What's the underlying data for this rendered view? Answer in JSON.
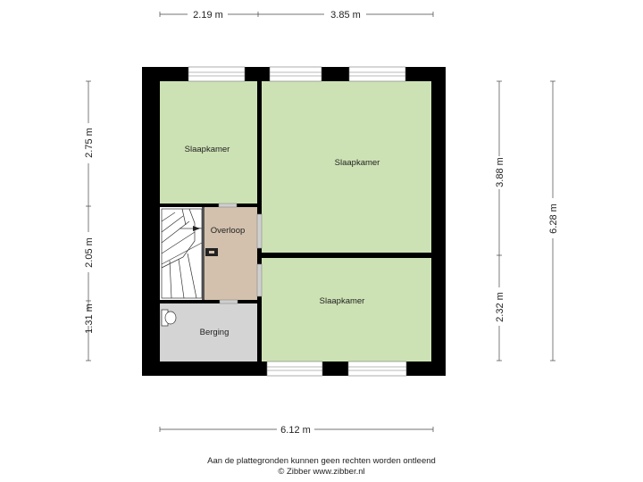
{
  "dimensions": {
    "top_left": "2.19 m",
    "top_right": "3.85 m",
    "left_upper": "2.75 m",
    "left_middle": "2.05 m",
    "left_lower": "1.31 m",
    "right_inner_upper": "3.88 m",
    "right_inner_lower": "2.32 m",
    "right_outer": "6.28 m",
    "bottom": "6.12 m"
  },
  "rooms": {
    "bedroom_top_left": "Slaapkamer",
    "bedroom_top_right": "Slaapkamer",
    "landing": "Overloop",
    "bedroom_bottom_right": "Slaapkamer",
    "storage": "Berging"
  },
  "colors": {
    "bedroom": "#cde2b4",
    "landing": "#d3c1ad",
    "storage": "#d4d4d4",
    "wall": "#000000"
  },
  "footer": {
    "line1": "Aan de plattegronden kunnen geen rechten worden ontleend",
    "line2": "© Zibber www.zibber.nl"
  }
}
